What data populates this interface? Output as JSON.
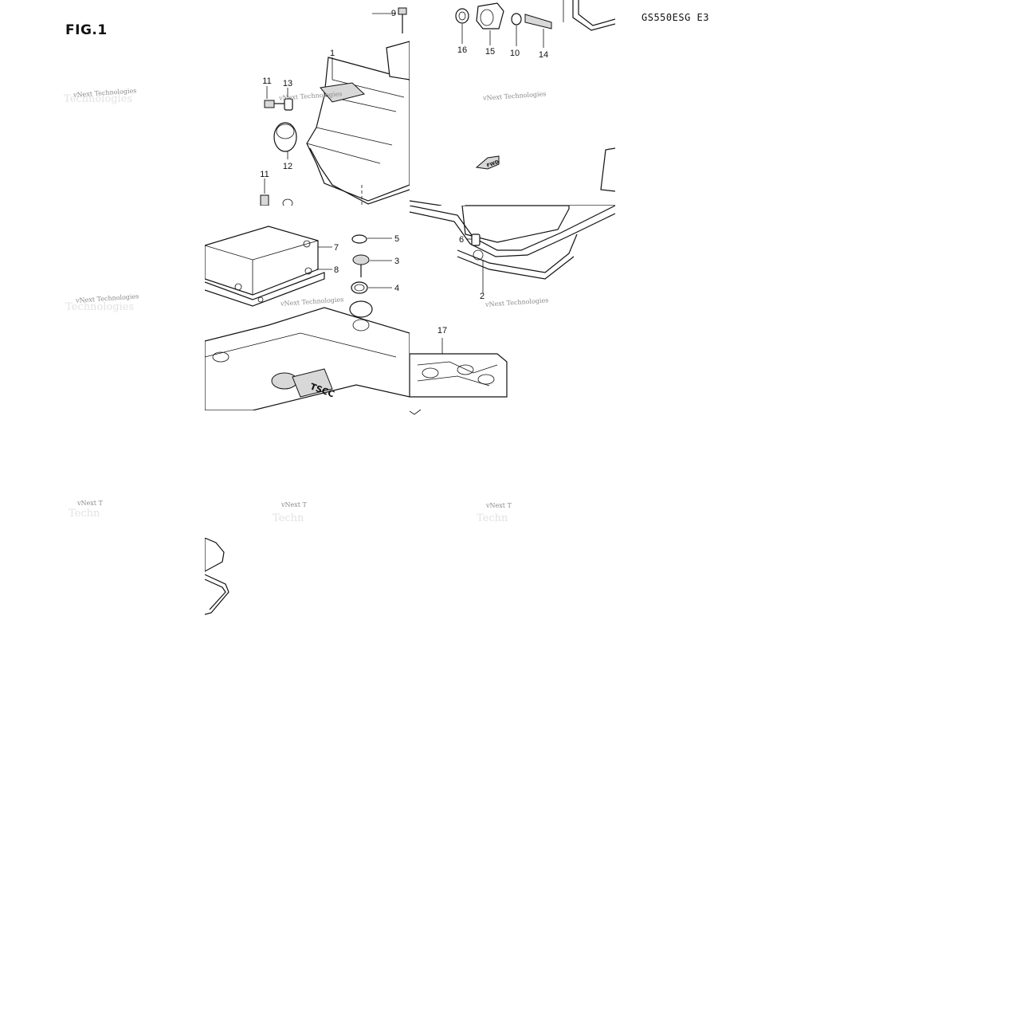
{
  "figure": {
    "title": "FIG.1",
    "model_code": "GS550ESG E3"
  },
  "watermark": {
    "text": "vNext Technologies",
    "text_short": "vNext T",
    "bg_text": "Technologies",
    "bg_short": "Techn"
  },
  "callouts": {
    "c1": "1",
    "c2": "2",
    "c3": "3",
    "c4": "4",
    "c5": "5",
    "c6": "6",
    "c7": "7",
    "c8": "8",
    "c9": "9",
    "c10": "10",
    "c11a": "11",
    "c11b": "11",
    "c12": "12",
    "c13": "13",
    "c14": "14",
    "c15": "15",
    "c16": "16",
    "c17": "17"
  },
  "labels": {
    "logo_text": "TSCC",
    "fwd_arrow": "FWD"
  },
  "icons": {
    "forward_arrow": "forward-arrow-icon"
  }
}
